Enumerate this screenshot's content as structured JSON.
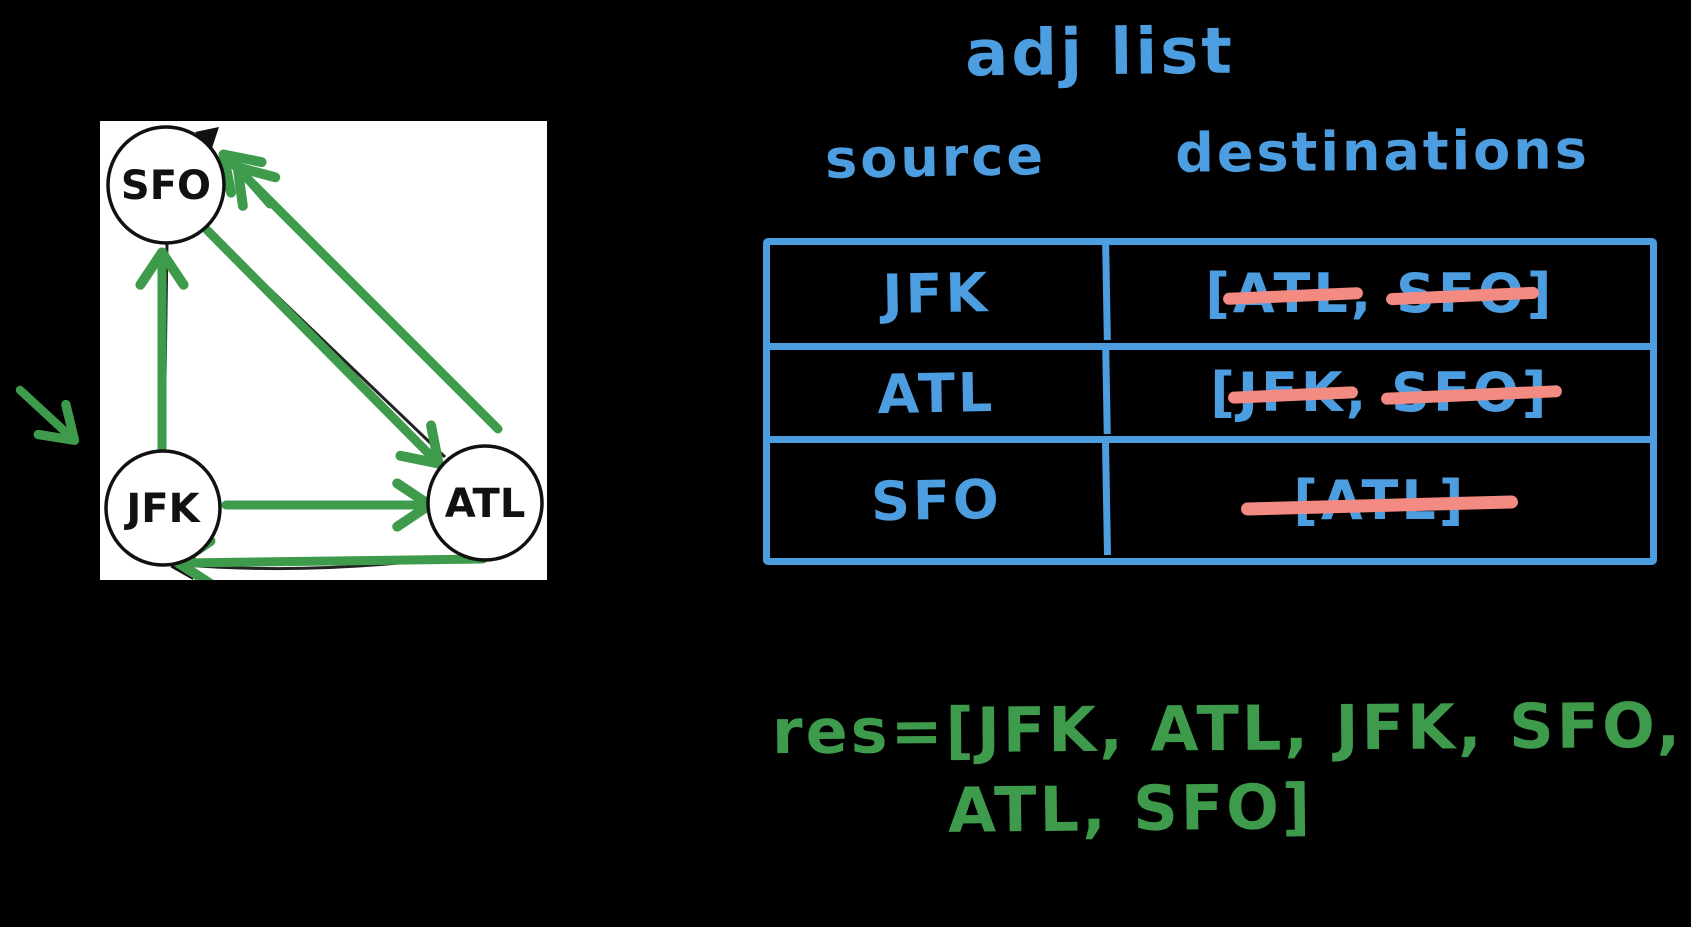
{
  "canvas": {
    "background": "#000000"
  },
  "palette": {
    "blue": "#4d9ee0",
    "green": "#3e9b4b",
    "pink_strike": "#f48b82",
    "node_outline": "#111111",
    "graph_panel": "#ffffff"
  },
  "graph": {
    "node_labels": {
      "sfo": "SFO",
      "jfk": "JFK",
      "atl": "ATL"
    },
    "edges": [
      {
        "from": "JFK",
        "to": "SFO"
      },
      {
        "from": "JFK",
        "to": "ATL"
      },
      {
        "from": "ATL",
        "to": "SFO"
      },
      {
        "from": "SFO",
        "to": "ATL"
      },
      {
        "from": "ATL",
        "to": "JFK"
      }
    ]
  },
  "adj_list": {
    "title": "adj list",
    "columns": {
      "source": "source",
      "destinations": "destinations"
    },
    "rows": [
      {
        "source": "JFK",
        "bracket_open": "[",
        "items": [
          "ATL",
          "SFO"
        ],
        "separator": ", ",
        "bracket_close": "]"
      },
      {
        "source": "ATL",
        "bracket_open": "[",
        "items": [
          "JFK",
          "SFO"
        ],
        "separator": ", ",
        "bracket_close": "]"
      },
      {
        "source": "SFO",
        "bracket_open": "[",
        "items": [
          "ATL"
        ],
        "bracket_close": "]"
      }
    ]
  },
  "result": {
    "line1": "res=[JFK, ATL, JFK, SFO,",
    "line2": "ATL, SFO]"
  }
}
